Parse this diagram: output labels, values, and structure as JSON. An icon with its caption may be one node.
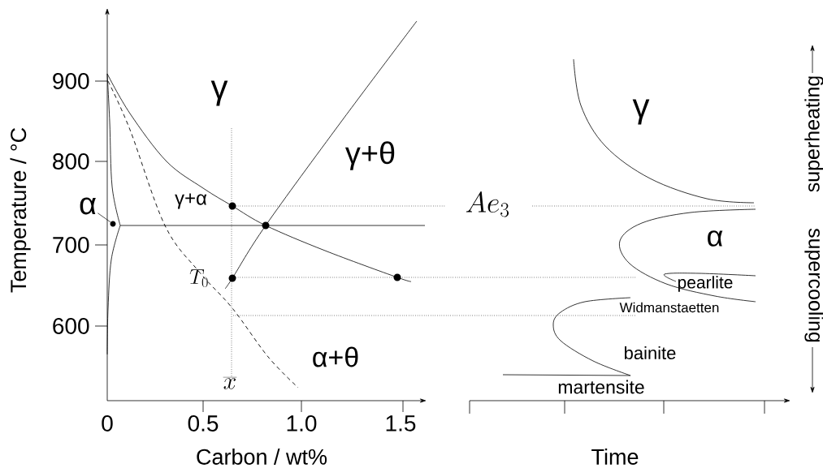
{
  "diagram": {
    "nodes": [
      {
        "text": [
          "α"
        ]
      },
      {
        "text": [],
        "shape": "circle"
      }
    ],
    "edges": [
      {
        "from": 0,
        "to": 1,
        "arrow": "none"
      }
    ],
    "labels": [
      "900",
      "800",
      "700",
      "600",
      "γ",
      "γ+θ",
      "Ae_3",
      "γ+α",
      "T_0",
      "α+θ",
      "\\overline{x}",
      "0",
      "0.5",
      "1.0",
      "1.5",
      "Temperature / °C",
      "Carbon / wt%",
      "γ",
      "α",
      "pearlite",
      "Widmanstaetten",
      "bainite",
      "martensite",
      "superheating",
      "supercooling",
      "Time"
    ]
  }
}
